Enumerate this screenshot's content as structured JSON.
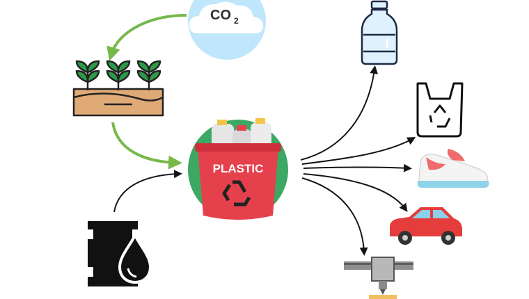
{
  "co2": {
    "label": "CO",
    "subscript": "2"
  },
  "plastic_bin": {
    "label": "PLASTIC"
  },
  "colors": {
    "green_arrow": "#77b84b",
    "black_arrow": "#151515",
    "co2_circle": "#bfe6fb",
    "cloud": "#ffffff",
    "bin_red": "#e5414c",
    "bin_bg": "#3ca863",
    "soil": "#e0aa76",
    "leaf": "#2e9a49",
    "car": "#e53c3c",
    "shoe_accent": "#ef6c6c",
    "shoe_sole": "#8fd3e8",
    "bottle": "#dff1fc"
  },
  "icons": {
    "co2": "co2-cloud-icon",
    "plants": "plants-soil-icon",
    "oil": "oil-barrel-icon",
    "bin": "plastic-recycling-bin-icon",
    "bottle": "water-bottle-icon",
    "bag": "recycle-bag-icon",
    "shoe": "sneaker-icon",
    "car": "car-icon",
    "printer": "3d-printer-icon"
  }
}
